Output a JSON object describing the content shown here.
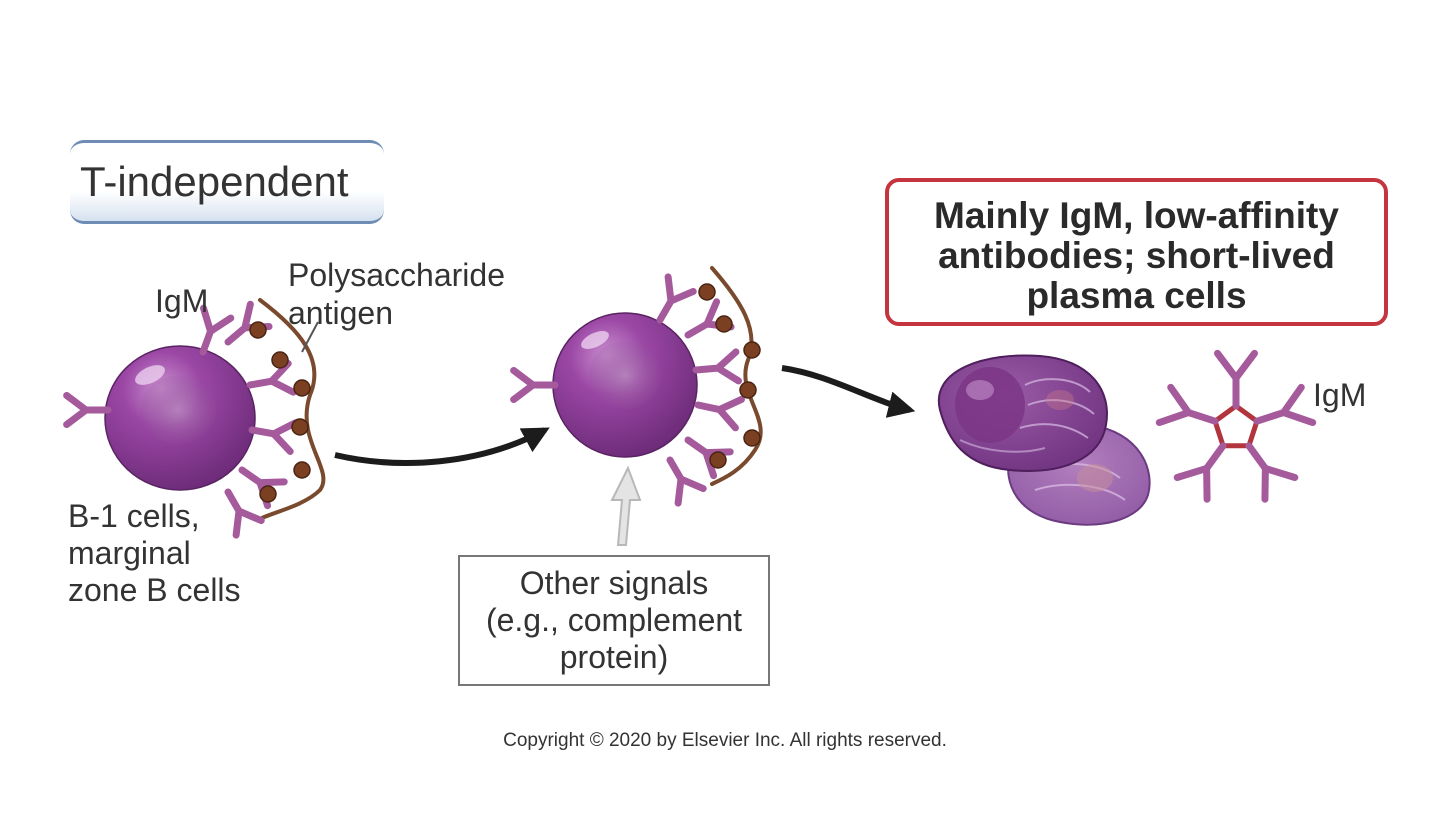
{
  "title": "T-independent",
  "labels": {
    "igm_left": "IgM",
    "antigen_line1": "Polysaccharide",
    "antigen_line2": "antigen",
    "bcells_line1": "B-1 cells,",
    "bcells_line2": "marginal",
    "bcells_line3": "zone B cells",
    "igm_right": "IgM"
  },
  "signals_box": {
    "line1": "Other signals",
    "line2": "(e.g., complement",
    "line3": "protein)"
  },
  "result_box": {
    "line1": "Mainly IgM, low-affinity",
    "line2": "antibodies; short-lived",
    "line3": "plasma cells"
  },
  "copyright": "Copyright © 2020 by Elsevier Inc. All rights reserved.",
  "colors": {
    "cell_purple": "#8a3d93",
    "receptor": "#a55a9c",
    "antigen_chain": "#7a4a2e",
    "antigen_bead": "#7b3f22",
    "arrow": "#1c1c1c",
    "signal_arrow": "#c9c9c9",
    "result_border": "#c4353f",
    "title_border": "#6e8db5"
  }
}
